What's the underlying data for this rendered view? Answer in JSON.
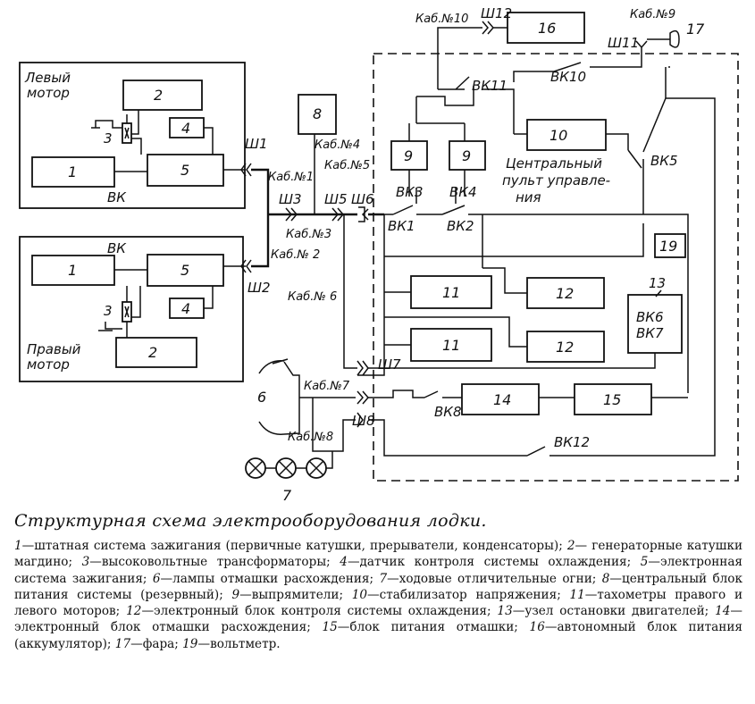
{
  "blocks": {
    "b1_left": "1",
    "b2_left": "2",
    "b3_left": "3",
    "b4_left": "4",
    "b5_left": "5",
    "b1_right": "1",
    "b2_right": "2",
    "b3_right": "3",
    "b4_right": "4",
    "b5_right": "5",
    "b6": "6",
    "b7": "7",
    "b8": "8",
    "b9a": "9",
    "b9b": "9",
    "b10": "10",
    "b11a": "11",
    "b11b": "11",
    "b12a": "12",
    "b12b": "12",
    "b13": "13",
    "b14": "14",
    "b15": "15",
    "b16": "16",
    "b17": "17",
    "b19": "19"
  },
  "labels": {
    "left_motor_1": "Левый",
    "left_motor_2": "мотор",
    "right_motor_1": "Правый",
    "right_motor_2": "мотор",
    "vk_left": "ВК",
    "vk_right": "ВК",
    "console_1": "Центральный",
    "console_2": "пульт управле-",
    "console_3": "ния",
    "sh1": "Ш1",
    "sh2": "Ш2",
    "sh3": "Ш3",
    "sh5": "Ш5",
    "sh6": "Ш6",
    "sh7": "Ш7",
    "sh8": "Ш8",
    "sh11": "Ш11",
    "sh12": "Ш12",
    "kab1": "Каб.№1",
    "kab2": "Каб.№ 2",
    "kab3": "Каб.№3",
    "kab4": "Каб.№4",
    "kab5": "Каб.№5",
    "kab6": "Каб.№ 6",
    "kab7": "Каб.№7",
    "kab8": "Каб.№8",
    "kab9": "Каб.№9",
    "kab10": "Каб.№10",
    "vk1": "ВК1",
    "vk2": "ВК2",
    "vk3": "ВК3",
    "vk4": "ВК4",
    "vk5": "ВК5",
    "vk6": "ВК6",
    "vk7": "ВК7",
    "vk8": "ВК8",
    "vk10": "ВК10",
    "vk11": "ВК11",
    "vk12": "ВК12"
  },
  "caption": {
    "title": "Структурная схема электрооборудования лодки.",
    "legend": [
      {
        "n": "1",
        "t": "—штатная система зажигания (первичные катушки, прерыватели, конденсаторы); "
      },
      {
        "n": "2",
        "t": "— генераторные катушки магдино; "
      },
      {
        "n": "3",
        "t": "—высоковольтные трансформаторы; "
      },
      {
        "n": "4",
        "t": "—датчик контроля системы охлаждения; "
      },
      {
        "n": "5",
        "t": "—электронная система зажигания; "
      },
      {
        "n": "6",
        "t": "—лампы отмашки расхождения; "
      },
      {
        "n": "7",
        "t": "—ходовые отличительные огни; "
      },
      {
        "n": "8",
        "t": "—центральный блок питания системы (резервный); "
      },
      {
        "n": "9",
        "t": "—выпрямители; "
      },
      {
        "n": "10",
        "t": "—стабилизатор напряжения; "
      },
      {
        "n": "11",
        "t": "—тахометры правого и левого моторов; "
      },
      {
        "n": "12",
        "t": "—электронный блок контроля системы охлаждения; "
      },
      {
        "n": "13",
        "t": "—узел остановки двигателей; "
      },
      {
        "n": "14",
        "t": "—электронный блок отмашки расхождения; "
      },
      {
        "n": "15",
        "t": "—блок питания отмашки; "
      },
      {
        "n": "16",
        "t": "—автономный блок питания (аккумулятор); "
      },
      {
        "n": "17",
        "t": "—фара; "
      },
      {
        "n": "19",
        "t": "—вольтметр."
      }
    ]
  }
}
